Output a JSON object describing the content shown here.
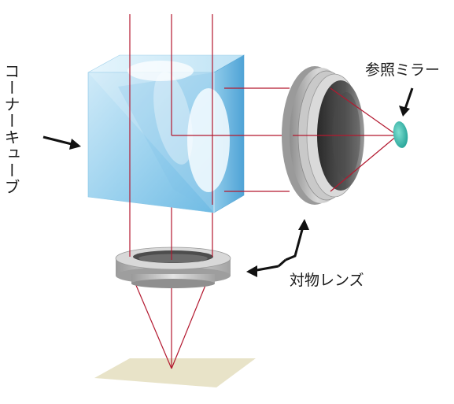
{
  "labels": {
    "corner_cube": "コーナーキューブ",
    "reference_mirror": "参照ミラー",
    "objective_lens": "対物レンズ"
  },
  "colors": {
    "beam": "#b3182f",
    "cube_face": "#9fd3ef",
    "cube_edge": "#5aa8d6",
    "lens_gray": "#bdbdbd",
    "mirror": "#3bbfb0",
    "sample": "#e8e3c8"
  }
}
